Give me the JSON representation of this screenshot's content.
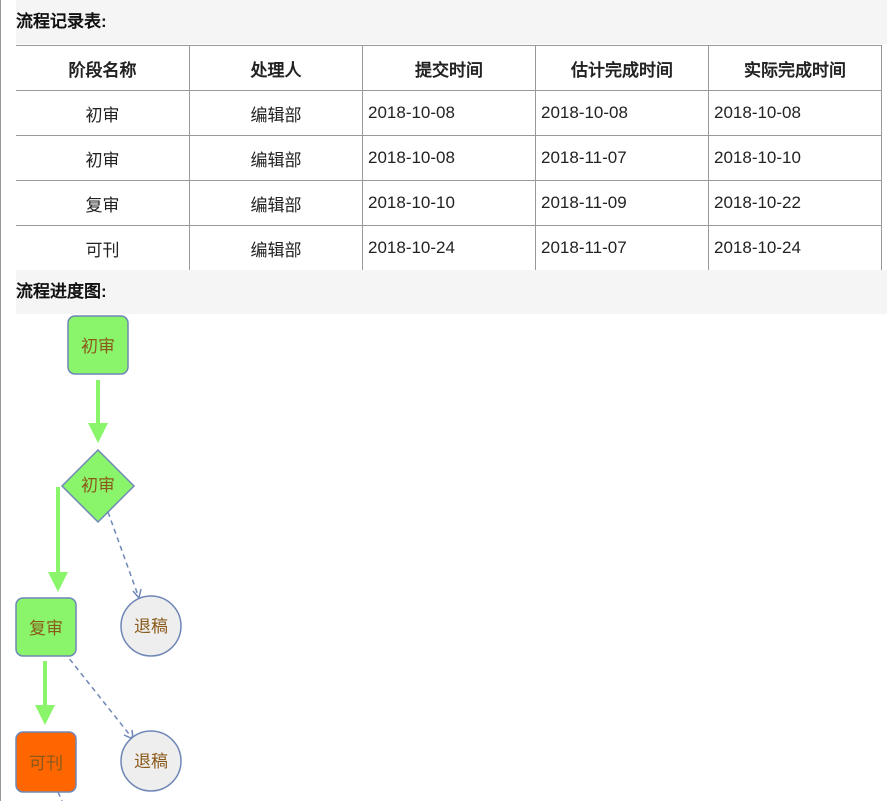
{
  "record_section": {
    "title": "流程记录表:"
  },
  "table": {
    "headers": [
      "阶段名称",
      "处理人",
      "提交时间",
      "估计完成时间",
      "实际完成时间"
    ],
    "rows": [
      [
        "初审",
        "编辑部",
        "2018-10-08",
        "2018-10-08",
        "2018-10-08"
      ],
      [
        "初审",
        "编辑部",
        "2018-10-08",
        "2018-11-07",
        "2018-10-10"
      ],
      [
        "复审",
        "编辑部",
        "2018-10-10",
        "2018-11-09",
        "2018-10-22"
      ],
      [
        "可刊",
        "编辑部",
        "2018-10-24",
        "2018-11-07",
        "2018-10-24"
      ]
    ]
  },
  "progress_section": {
    "title": "流程进度图:"
  },
  "flow": {
    "nodes": [
      {
        "label": "初审",
        "shape": "rounded-box",
        "color": "#8af56b"
      },
      {
        "label": "初审",
        "shape": "diamond",
        "color": "#8af56b"
      },
      {
        "label": "复审",
        "shape": "rounded-box",
        "color": "#8af56b"
      },
      {
        "label": "退稿",
        "shape": "circle",
        "color": "#eeeeee"
      },
      {
        "label": "可刊",
        "shape": "rounded-box",
        "color": "#ff6600"
      },
      {
        "label": "退稿",
        "shape": "circle",
        "color": "#eeeeee"
      }
    ],
    "colors": {
      "border": "#6f87b6",
      "text": "#8a5a1a",
      "solid_arrow": "#8af56b",
      "dashed_arrow": "#6f87b6"
    }
  }
}
